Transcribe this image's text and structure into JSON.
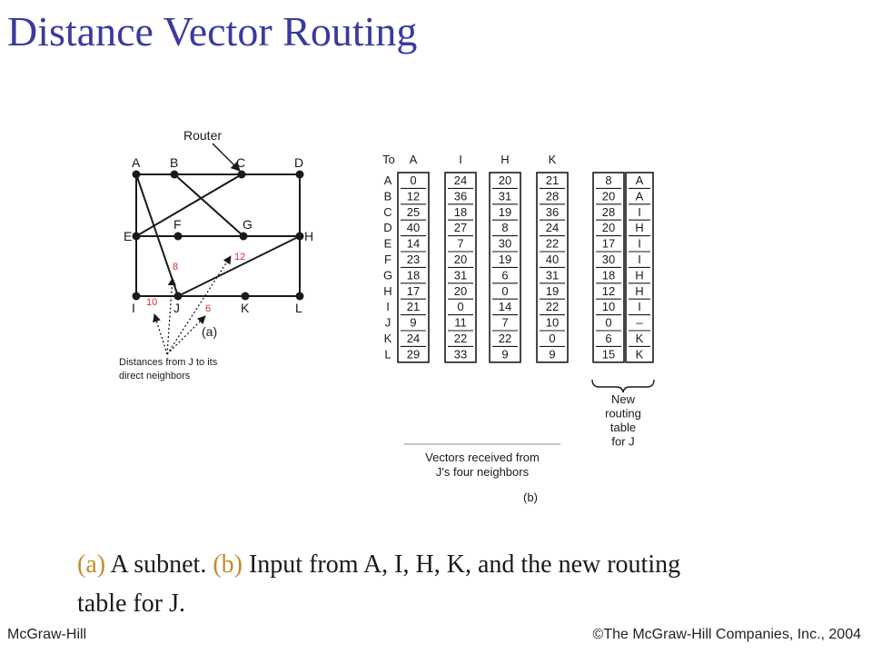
{
  "title": "Distance Vector Routing",
  "subnet": {
    "router_label": "Router",
    "nodes": [
      "A",
      "B",
      "C",
      "D",
      "E",
      "F",
      "G",
      "H",
      "I",
      "J",
      "K",
      "L"
    ],
    "neighbor_distances": {
      "I": "10",
      "A": "8",
      "K": "6",
      "H": "12"
    },
    "caption_note_line1": "Distances from J to its",
    "caption_note_line2": "direct neighbors",
    "part_label": "(a)"
  },
  "tables": {
    "to_label": "To",
    "row_labels": [
      "A",
      "B",
      "C",
      "D",
      "E",
      "F",
      "G",
      "H",
      "I",
      "J",
      "K",
      "L"
    ],
    "vectors": [
      {
        "name": "A",
        "values": [
          "0",
          "12",
          "25",
          "40",
          "14",
          "23",
          "18",
          "17",
          "21",
          "9",
          "24",
          "29"
        ]
      },
      {
        "name": "I",
        "values": [
          "24",
          "36",
          "18",
          "27",
          "7",
          "20",
          "31",
          "20",
          "0",
          "11",
          "22",
          "33"
        ]
      },
      {
        "name": "H",
        "values": [
          "20",
          "31",
          "19",
          "8",
          "30",
          "19",
          "6",
          "0",
          "14",
          "7",
          "22",
          "9"
        ]
      },
      {
        "name": "K",
        "values": [
          "21",
          "28",
          "36",
          "24",
          "22",
          "40",
          "31",
          "19",
          "22",
          "10",
          "0",
          "9"
        ]
      }
    ],
    "new_table": {
      "delays": [
        "8",
        "20",
        "28",
        "20",
        "17",
        "30",
        "18",
        "12",
        "10",
        "0",
        "6",
        "15"
      ],
      "lines": [
        "A",
        "A",
        "I",
        "H",
        "I",
        "I",
        "H",
        "H",
        "I",
        "–",
        "K",
        "K"
      ],
      "label": [
        "New",
        "routing",
        "table",
        "for J"
      ]
    },
    "vectors_label_line1": "Vectors received from",
    "vectors_label_line2": "J's four neighbors",
    "part_label": "(b)"
  },
  "caption": {
    "a_tag": "(a)",
    "a_text": " A subnet.  ",
    "b_tag": "(b)",
    "b_text": " Input from A, I, H, K, and the new routing table for J."
  },
  "footer": {
    "left": "McGraw-Hill",
    "right": "©The McGraw-Hill Companies, Inc., 2004"
  }
}
